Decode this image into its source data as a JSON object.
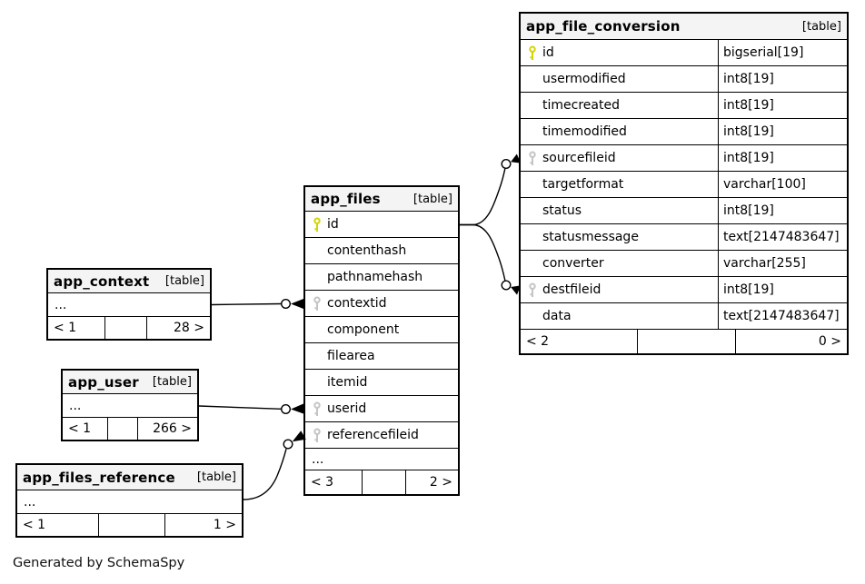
{
  "badge": "[table]",
  "generator_note": "Generated by SchemaSpy",
  "ellipsis": "...",
  "colors": {
    "primary_key": "#d4d400",
    "foreign_key": "#c4c4c4",
    "header_bg": "#f4f4f4",
    "border": "#000000",
    "background": "#ffffff"
  },
  "tables": {
    "app_file_conversion": {
      "title": "app_file_conversion",
      "columns": [
        {
          "name": "id",
          "type": "bigserial[19]",
          "key": "primary"
        },
        {
          "name": "usermodified",
          "type": "int8[19]"
        },
        {
          "name": "timecreated",
          "type": "int8[19]"
        },
        {
          "name": "timemodified",
          "type": "int8[19]"
        },
        {
          "name": "sourcefileid",
          "type": "int8[19]",
          "key": "foreign"
        },
        {
          "name": "targetformat",
          "type": "varchar[100]"
        },
        {
          "name": "status",
          "type": "int8[19]"
        },
        {
          "name": "statusmessage",
          "type": "text[2147483647]"
        },
        {
          "name": "converter",
          "type": "varchar[255]"
        },
        {
          "name": "destfileid",
          "type": "int8[19]",
          "key": "foreign"
        },
        {
          "name": "data",
          "type": "text[2147483647]"
        }
      ],
      "footer_left": "< 2",
      "footer_right": "0 >"
    },
    "app_files": {
      "title": "app_files",
      "columns": [
        {
          "name": "id",
          "key": "primary"
        },
        {
          "name": "contenthash"
        },
        {
          "name": "pathnamehash"
        },
        {
          "name": "contextid",
          "key": "foreign"
        },
        {
          "name": "component"
        },
        {
          "name": "filearea"
        },
        {
          "name": "itemid"
        },
        {
          "name": "userid",
          "key": "foreign"
        },
        {
          "name": "referencefileid",
          "key": "foreign"
        }
      ],
      "footer_left": "< 3",
      "footer_right": "2 >"
    },
    "app_context": {
      "title": "app_context",
      "footer_left": "< 1",
      "footer_right": "28 >"
    },
    "app_user": {
      "title": "app_user",
      "footer_left": "< 1",
      "footer_right": "266 >"
    },
    "app_files_reference": {
      "title": "app_files_reference",
      "footer_left": "< 1",
      "footer_right": "1 >"
    }
  },
  "relationships": [
    {
      "from": "app_context",
      "to": "app_files.contextid"
    },
    {
      "from": "app_user",
      "to": "app_files.userid"
    },
    {
      "from": "app_files_reference",
      "to": "app_files.referencefileid"
    },
    {
      "from": "app_files.id",
      "to": "app_file_conversion.sourcefileid"
    },
    {
      "from": "app_files.id",
      "to": "app_file_conversion.destfileid"
    }
  ]
}
